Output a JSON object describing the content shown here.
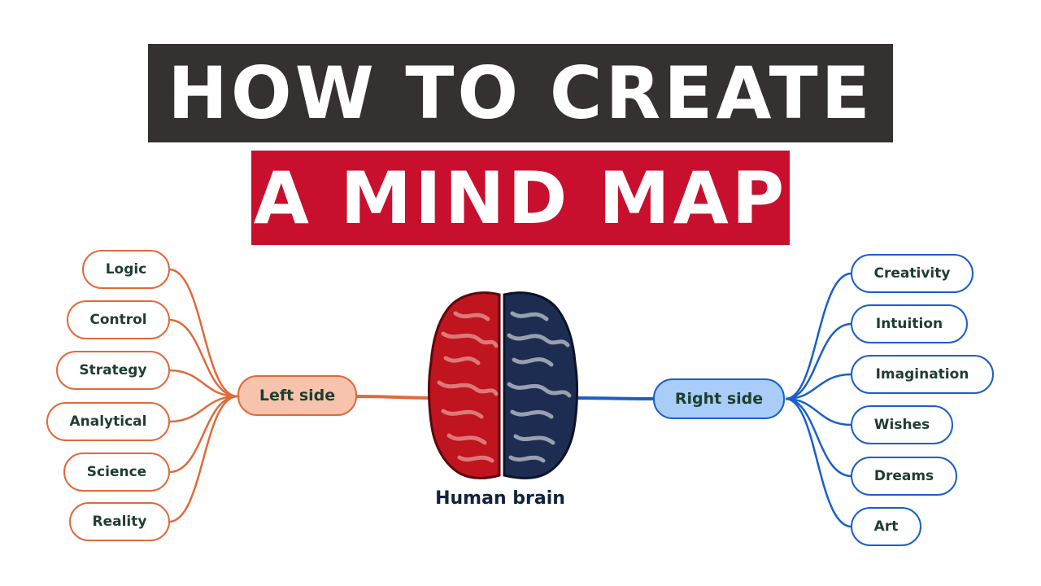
{
  "title": {
    "line1": "HOW TO CREATE",
    "line2": "A MIND MAP"
  },
  "center": {
    "label": "Human brain"
  },
  "left_branch": {
    "label": "Left side",
    "color": "#e06a3b",
    "fill": "#f7c3ad",
    "items": [
      "Logic",
      "Control",
      "Strategy",
      "Analytical",
      "Science",
      "Reality"
    ]
  },
  "right_branch": {
    "label": "Right side",
    "color": "#1a5fc8",
    "fill": "#a9cdf8",
    "items": [
      "Creativity",
      "Intuition",
      "Imagination",
      "Wishes",
      "Dreams",
      "Art"
    ]
  },
  "brain_colors": {
    "left": "#c0141e",
    "right": "#1d2d52"
  }
}
